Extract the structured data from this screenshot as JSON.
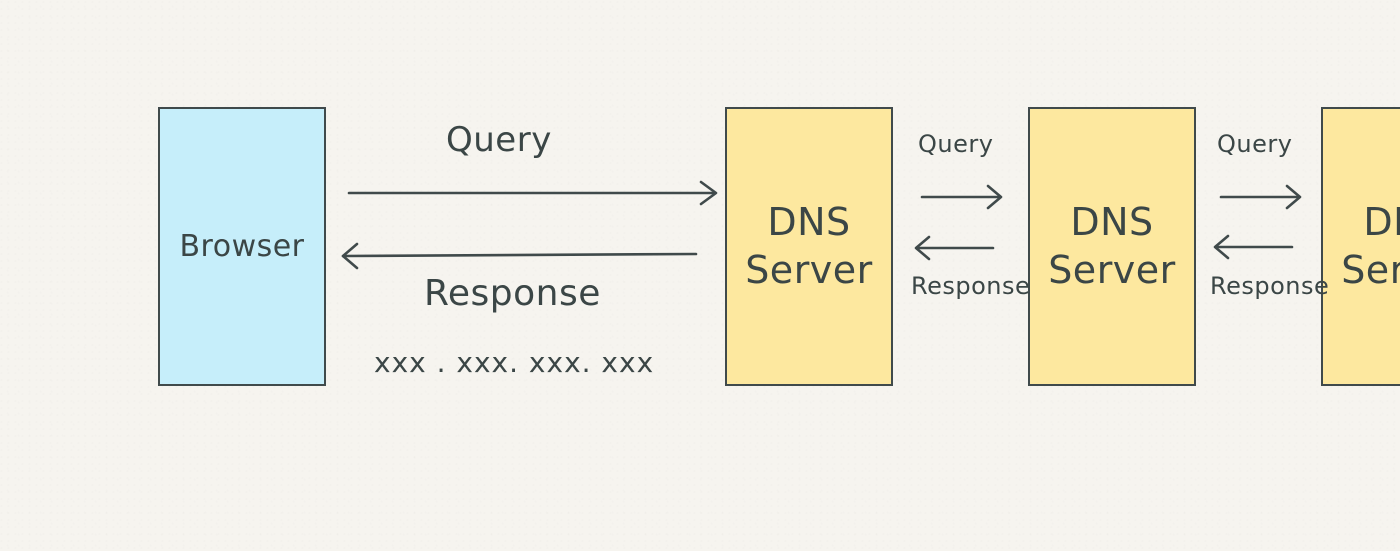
{
  "diagram": {
    "nodes": [
      {
        "id": "browser",
        "label": "Browser",
        "color": "#c6eefa"
      },
      {
        "id": "dns1",
        "label": "DNS\nServer",
        "color": "#fde89f"
      },
      {
        "id": "dns2",
        "label": "DNS\nServer",
        "color": "#fde89f"
      },
      {
        "id": "dns3",
        "label": "DNS\nServer",
        "color": "#fde89f"
      }
    ],
    "edges": [
      {
        "from": "browser",
        "to": "dns1",
        "label": "Query"
      },
      {
        "from": "dns1",
        "to": "browser",
        "label": "Response",
        "sublabel": "xxx . xxx. xxx. xxx"
      },
      {
        "from": "dns1",
        "to": "dns2",
        "label": "Query"
      },
      {
        "from": "dns2",
        "to": "dns1",
        "label": "Response"
      },
      {
        "from": "dns2",
        "to": "dns3",
        "label": "Query"
      },
      {
        "from": "dns3",
        "to": "dns2",
        "label": "Response"
      }
    ],
    "stroke_color": "#404a4b"
  }
}
